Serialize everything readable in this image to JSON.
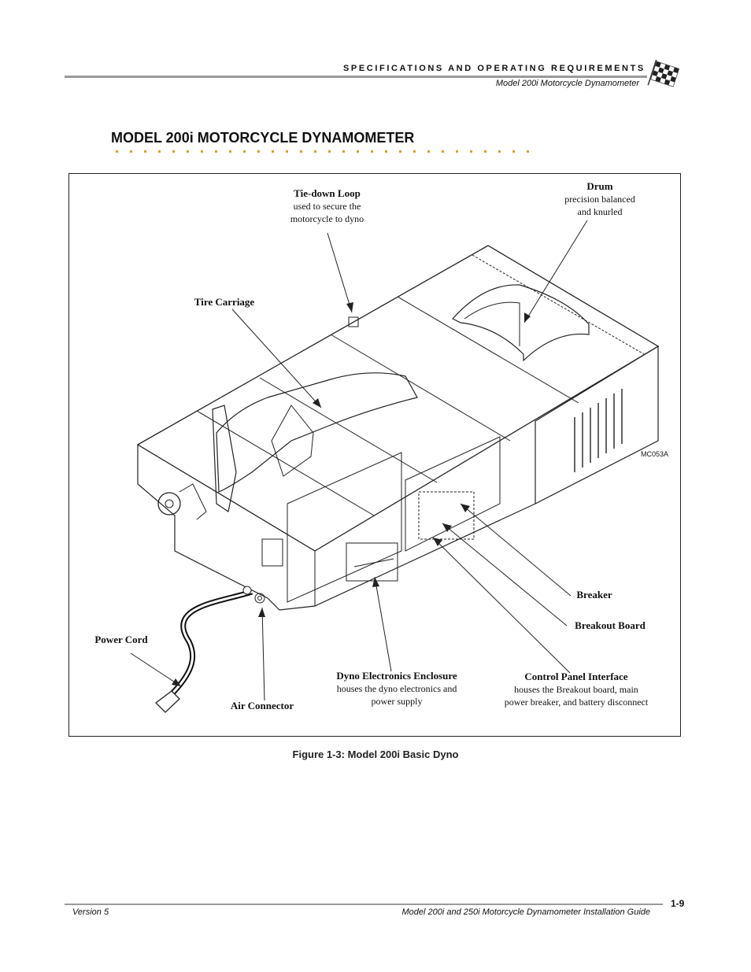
{
  "header": {
    "title": "SPECIFICATIONS AND OPERATING REQUIREMENTS",
    "subtitle": "Model 200i Motorcycle Dynamometer"
  },
  "section": {
    "title": "MODEL 200i MOTORCYCLE DYNAMOMETER"
  },
  "figure": {
    "caption": "Figure 1-3: Model 200i Basic Dyno",
    "drawing_id": "MC053A",
    "callouts": {
      "tie_down_loop": {
        "title": "Tie-down Loop",
        "desc1": "used to secure the",
        "desc2": "motorcycle to dyno"
      },
      "drum": {
        "title": "Drum",
        "desc1": "precision balanced",
        "desc2": "and knurled"
      },
      "tire_carriage": {
        "title": "Tire Carriage"
      },
      "breaker": {
        "title": "Breaker"
      },
      "breakout_board": {
        "title": "Breakout Board"
      },
      "power_cord": {
        "title": "Power Cord"
      },
      "dyno_electronics": {
        "title": "Dyno Electronics Enclosure",
        "desc1": "houses the dyno electronics and",
        "desc2": "power supply"
      },
      "control_panel": {
        "title": "Control Panel Interface",
        "desc1": "houses the Breakout board, main",
        "desc2": "power breaker, and battery disconnect"
      },
      "air_connector": {
        "title": "Air Connector"
      }
    }
  },
  "footer": {
    "version": "Version 5",
    "guide_title": "Model 200i and 250i Motorcycle Dynamometer Installation Guide",
    "page_number": "1-9"
  },
  "colors": {
    "rule": "#9a9a9a",
    "dots": "#d4a12a",
    "line": "#222222"
  }
}
